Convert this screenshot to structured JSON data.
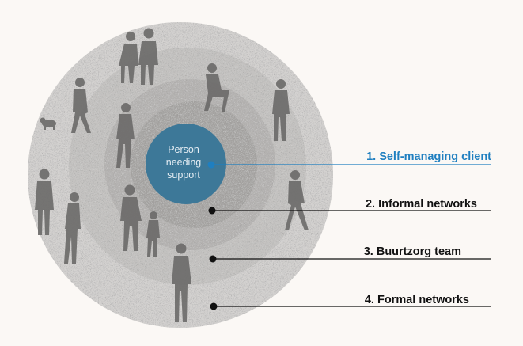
{
  "center": {
    "lines": [
      "Person",
      "needing",
      "support"
    ]
  },
  "rings": [
    {
      "label": "1. Self-managing client",
      "color": "#1f7fc0"
    },
    {
      "label": "2. Informal networks",
      "color": "#111111"
    },
    {
      "label": "3. Buurtzorg team",
      "color": "#111111"
    },
    {
      "label": "4. Formal networks",
      "color": "#111111"
    }
  ],
  "colors": {
    "background": "#fbf8f5",
    "outer_ring": "#d3d1cf",
    "ring_2": "#c4c2c0",
    "ring_3": "#b3b1af",
    "inner_ring": "#a3a19f",
    "center_circle": "#3d7898",
    "silhouette": "#6b6a69"
  }
}
